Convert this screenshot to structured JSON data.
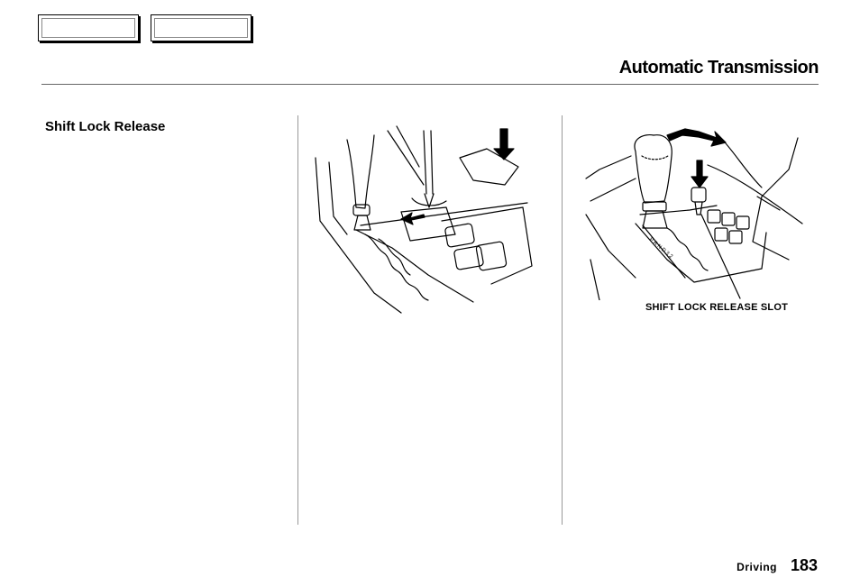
{
  "header": {
    "title": "Automatic Transmission"
  },
  "section": {
    "heading": "Shift Lock Release"
  },
  "illustrations": {
    "left": {
      "icon": "screwdriver-shift-lock-illustration"
    },
    "right": {
      "icon": "key-shift-lock-illustration",
      "caption": "SHIFT LOCK RELEASE SLOT"
    }
  },
  "footer": {
    "section": "Driving",
    "page": "183"
  }
}
